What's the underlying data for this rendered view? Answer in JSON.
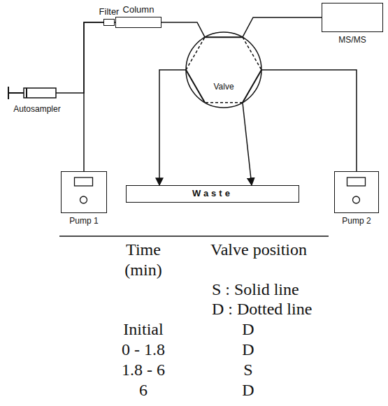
{
  "diagram": {
    "nodes": [
      {
        "text": [
          "Filter"
        ]
      },
      {
        "text": [
          "Column"
        ]
      },
      {
        "text": [
          "MS/MS"
        ]
      },
      {
        "text": [
          "Autosampler"
        ]
      },
      {
        "text": [
          "Valve"
        ]
      },
      {
        "text": [
          "Pump 1"
        ]
      },
      {
        "text": [
          "Waste"
        ]
      },
      {
        "text": [
          "Pump 2"
        ]
      }
    ],
    "edges": [
      {
        "from": 3,
        "to": 0,
        "arrow": "none"
      },
      {
        "from": 5,
        "to": 0,
        "arrow": "none"
      },
      {
        "from": 0,
        "to": 1,
        "arrow": "none"
      },
      {
        "from": 1,
        "to": 4,
        "arrow": "none"
      },
      {
        "from": 4,
        "to": 2,
        "arrow": "none"
      },
      {
        "from": 4,
        "to": 6,
        "arrow": "to"
      },
      {
        "from": 4,
        "to": 6,
        "arrow": "to"
      },
      {
        "from": 7,
        "to": 4,
        "arrow": "none"
      }
    ],
    "labels": [
      "Time",
      "Valve position",
      "(min)",
      "S : Solid line",
      "D : Dotted line",
      "Initial",
      "D",
      "0 - 1.8",
      "D",
      "1.8 - 6",
      "S",
      "6",
      "D"
    ]
  }
}
